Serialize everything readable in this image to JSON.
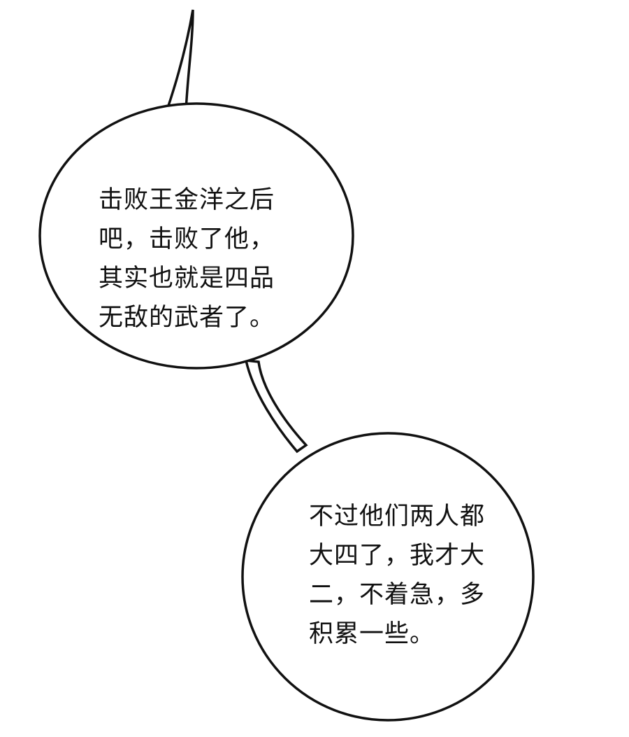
{
  "colors": {
    "ink": "#111111",
    "paper": "#ffffff"
  },
  "bubbles": [
    {
      "lines": [
        "击败王金洋之后",
        "吧，击败了他，",
        "其实也就是四品",
        "无敌的武者了。"
      ]
    },
    {
      "lines": [
        "不过他们两人都",
        "大四了，我才大",
        "二，不着急，多",
        "积累一些。"
      ]
    }
  ]
}
